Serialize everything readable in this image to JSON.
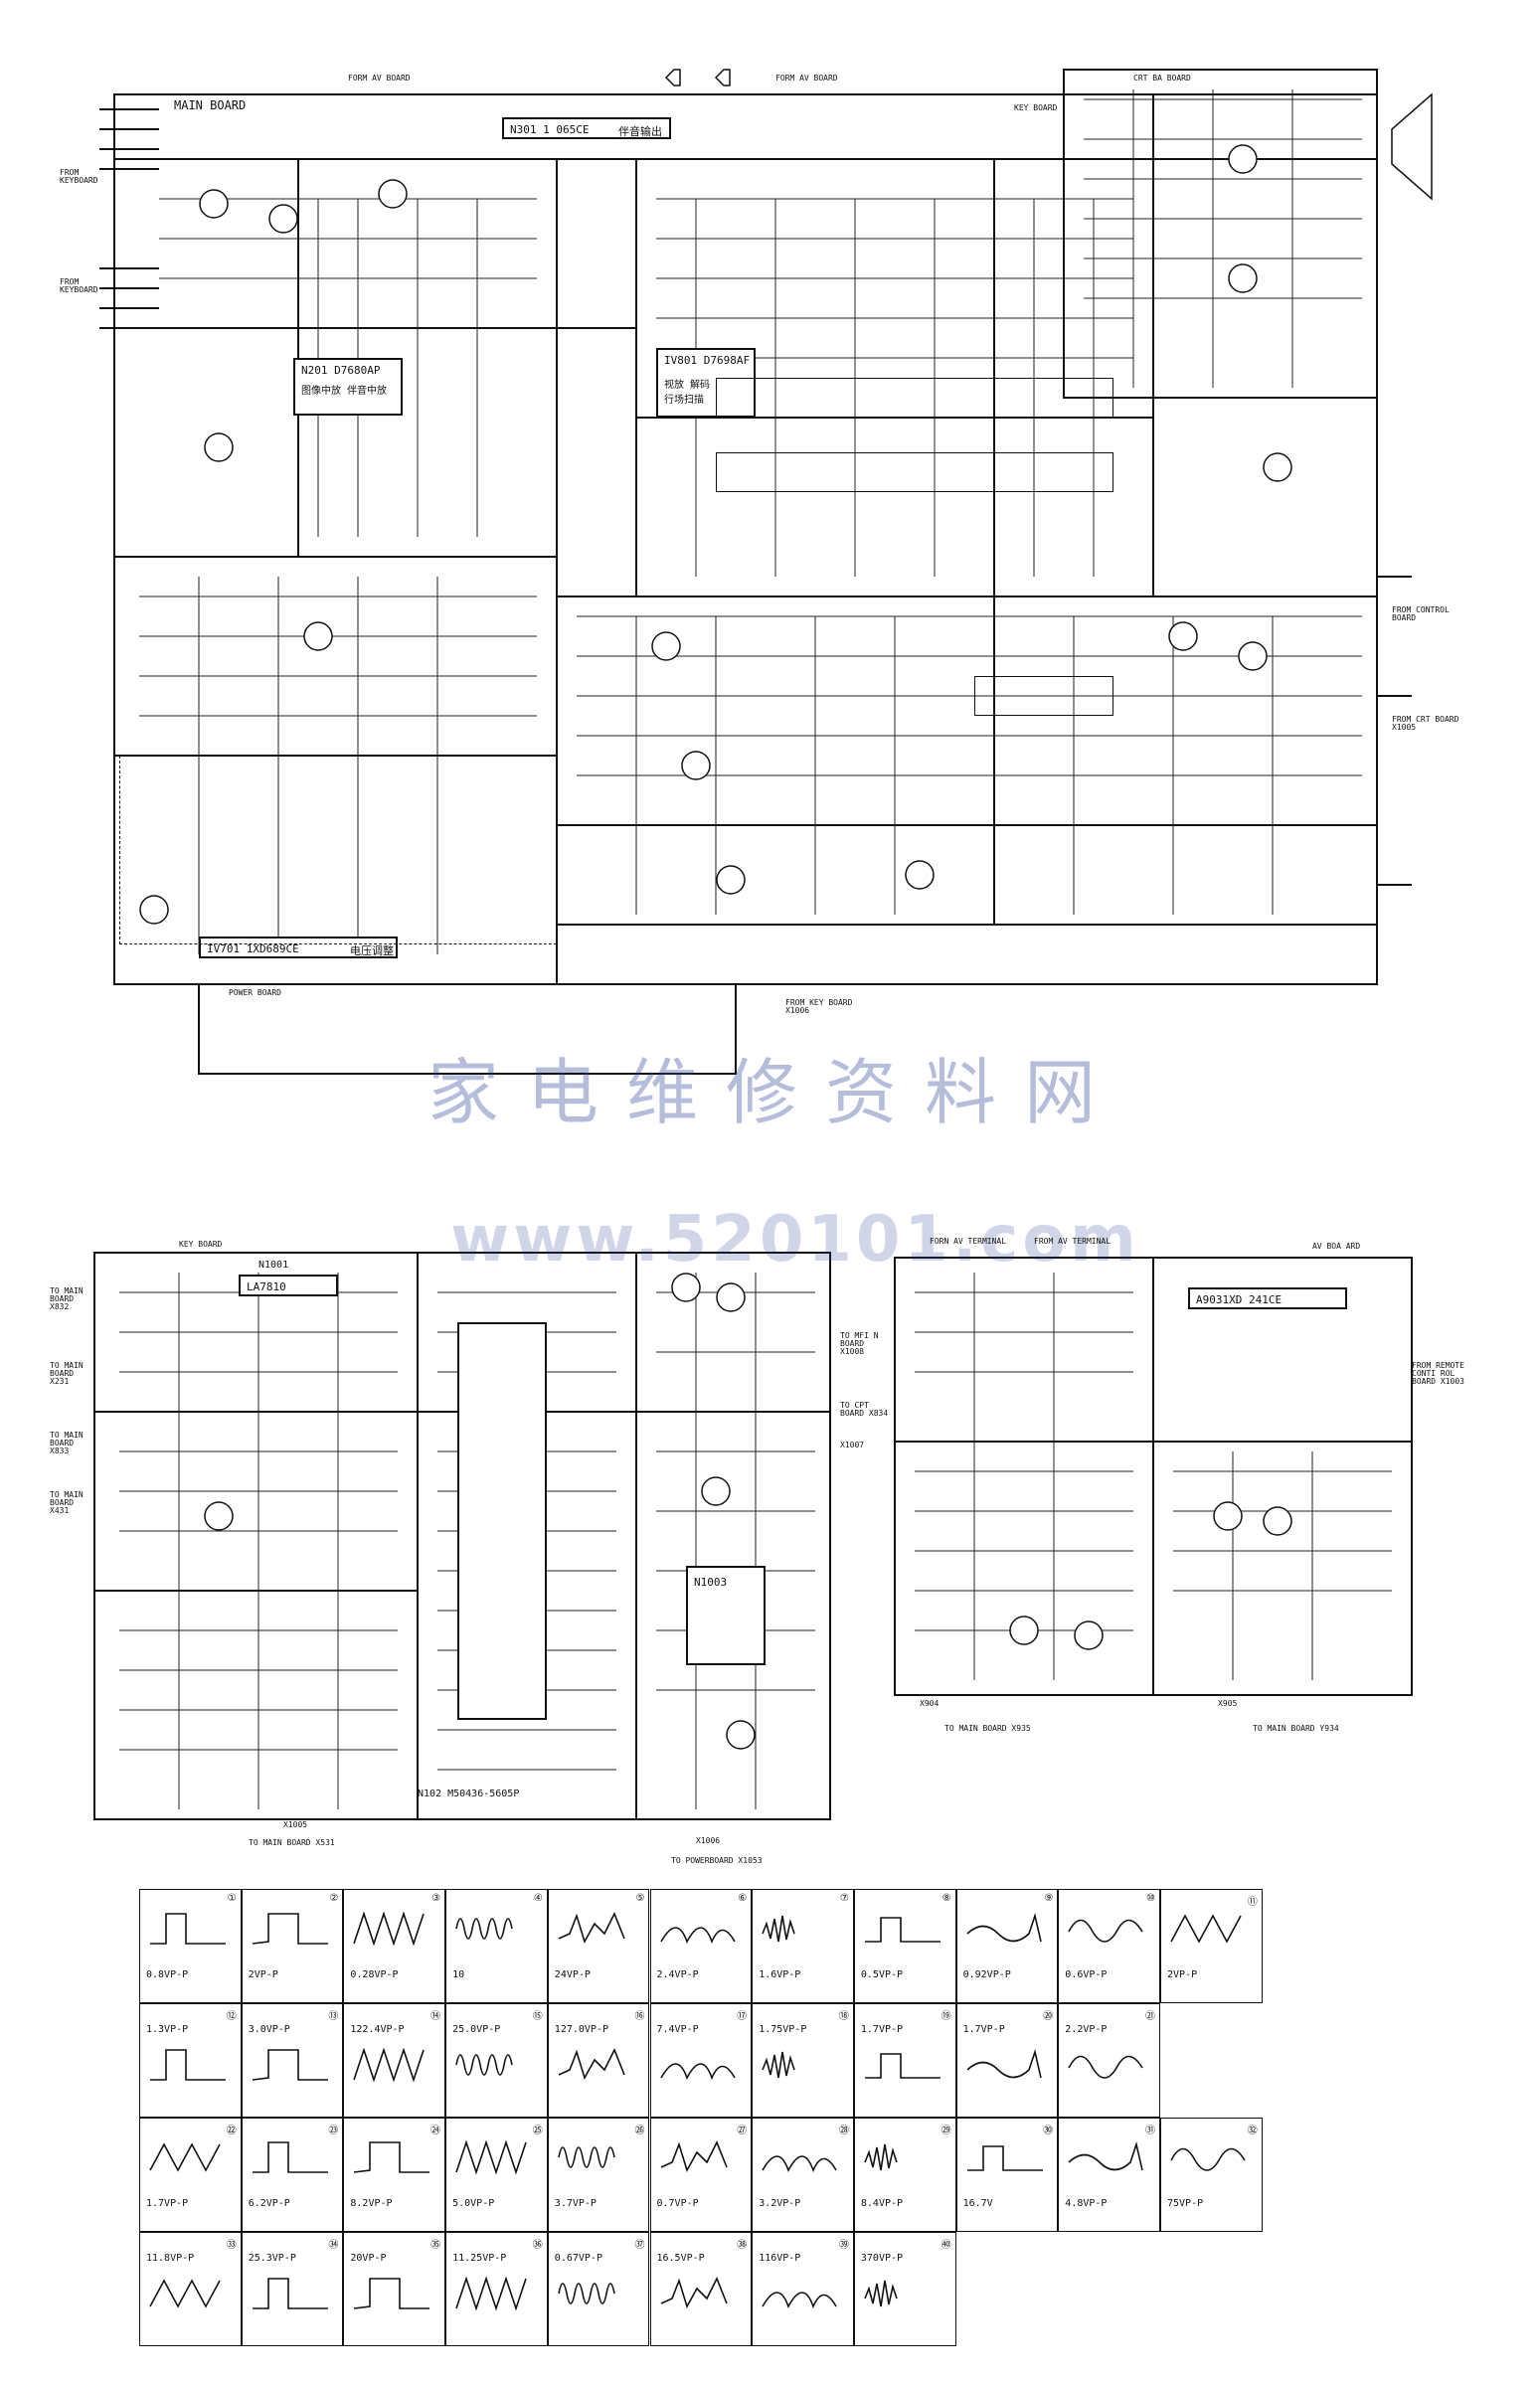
{
  "main_board": {
    "title": "MAIN BOARD",
    "ic_n301": "N301 1 065CE",
    "ic_n301_note": "伴音输出",
    "ic_n201": "N201 D7680AP",
    "ic_n201_note": "图像中放 伴音中放",
    "ic_v801": "IV801 D7698AF",
    "ic_v801_note": "视放 解码 行场扫描",
    "ic_v701": "IV701 1XD689CE",
    "ic_v701_note": "电压调整",
    "power_board": "POWER BOARD",
    "crt_board": "CRT BA BOARD",
    "key_board": "KEY BOARD",
    "from_keyboard_1": "FROM KEYBOARD",
    "from_keyboard_2": "FROM KEYBOARD",
    "form_av_board": "FORM AV BOARD",
    "form_av_board_2": "FORM AV BOARD",
    "control_board": "FROM CONTROL BOARD",
    "from_crt": "FROM CRT BOARD X1005",
    "from_key": "FROM KEY BOARD X1006"
  },
  "key_board_section": {
    "title": "KEY BOARD",
    "ic_n1001": "N1001",
    "regulator": "LA7810",
    "ic_n102": "N102 M50436-5605P",
    "ic_n1003": "N1003",
    "to_main_board_1": "TO MAIN BOARD X832",
    "to_main_board_2": "TO MAIN BOARD X231",
    "to_main_board_3": "TO MAIN BOARD X833",
    "to_main_board_4": "TO MAIN BOARD X431",
    "to_main_board_x531": "TO MAIN BOARD X531",
    "to_mfin_board": "TO MFI N BOARD X1008",
    "to_cpt_board": "TO CPT BOARD X834",
    "to_power_board": "TO POWERBOARD X1053",
    "x1005": "X1005",
    "x1006": "X1006",
    "x1007": "X1007"
  },
  "av_board": {
    "title": "AV BOA ARD",
    "ic": "A9031XD 241CE",
    "form_av_terminal": "FORN AV TERMINAL",
    "from_av_terminal": "FROM AV TERMINAL",
    "from_remote": "FROM REMOTE CONTI ROL BOARD X1003",
    "to_main_board_x935": "TO MAIN BOARD X935",
    "to_main_board_y934": "TO MAIN BOARD Y934",
    "x904": "X904",
    "x905": "X905"
  },
  "watermark": {
    "chinese": "家电维修资料网",
    "url": "www.520101.com"
  },
  "waveforms": [
    {
      "n": "①",
      "v": "0.8VP-P"
    },
    {
      "n": "②",
      "v": "2VP-P"
    },
    {
      "n": "③",
      "v": "0.28VP-P"
    },
    {
      "n": "④",
      "v": "10"
    },
    {
      "n": "⑤",
      "v": "24VP-P"
    },
    {
      "n": "⑥",
      "v": "2.4VP-P"
    },
    {
      "n": "⑦",
      "v": "1.6VP-P"
    },
    {
      "n": "⑧",
      "v": "0.5VP-P"
    },
    {
      "n": "⑨",
      "v": "0.92VP-P"
    },
    {
      "n": "⑩",
      "v": "0.6VP-P"
    },
    {
      "n": "⑪",
      "v": "2VP-P"
    },
    {
      "n": "⑫",
      "v": "1.3VP-P"
    },
    {
      "n": "⑬",
      "v": "3.0VP-P"
    },
    {
      "n": "⑭",
      "v": "122.4VP-P"
    },
    {
      "n": "⑮",
      "v": "25.0VP-P"
    },
    {
      "n": "⑯",
      "v": "127.0VP-P"
    },
    {
      "n": "⑰",
      "v": "7.4VP-P"
    },
    {
      "n": "⑱",
      "v": "1.75VP-P"
    },
    {
      "n": "⑲",
      "v": "1.7VP-P"
    },
    {
      "n": "⑳",
      "v": "1.7VP-P"
    },
    {
      "n": "㉑",
      "v": "2.2VP-P"
    },
    {
      "n": "㉒",
      "v": "1.7VP-P"
    },
    {
      "n": "㉓",
      "v": "6.2VP-P"
    },
    {
      "n": "㉔",
      "v": "8.2VP-P"
    },
    {
      "n": "㉕",
      "v": "5.0VP-P"
    },
    {
      "n": "㉖",
      "v": "3.7VP-P"
    },
    {
      "n": "㉗",
      "v": "0.7VP-P"
    },
    {
      "n": "㉘",
      "v": "3.2VP-P"
    },
    {
      "n": "㉙",
      "v": "8.4VP-P"
    },
    {
      "n": "㉚",
      "v": "16.7V"
    },
    {
      "n": "㉛",
      "v": "4.8VP-P"
    },
    {
      "n": "㉜",
      "v": "75VP-P"
    },
    {
      "n": "㉝",
      "v": "11.8VP-P"
    },
    {
      "n": "㉞",
      "v": "25.3VP-P"
    },
    {
      "n": "㉟",
      "v": "20VP-P"
    },
    {
      "n": "㊱",
      "v": "11.25VP-P"
    },
    {
      "n": "㊲",
      "v": "0.67VP-P"
    },
    {
      "n": "㊳",
      "v": "16.5VP-P"
    },
    {
      "n": "㊴",
      "v": "116VP-P"
    },
    {
      "n": "㊵",
      "v": "370VP-P"
    }
  ]
}
